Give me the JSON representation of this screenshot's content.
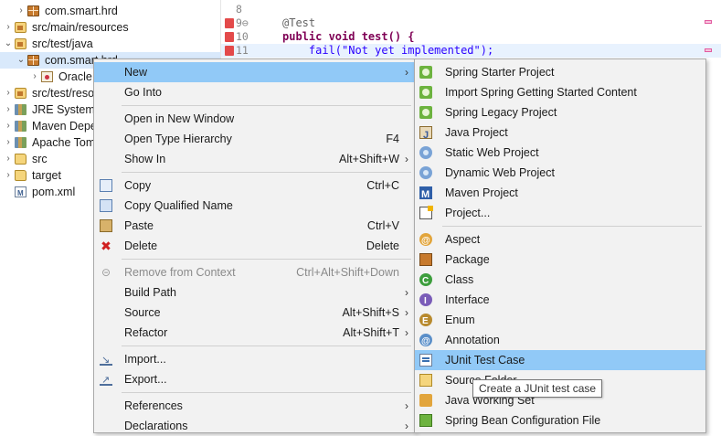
{
  "tree": [
    {
      "label": "com.smart.hrd",
      "icon": "package-icon",
      "arrow": "›",
      "selected": false
    },
    {
      "label": "src/main/resources",
      "icon": "source-folder-icon",
      "arrow": "›",
      "selected": false
    },
    {
      "label": "src/test/java",
      "icon": "source-folder-icon",
      "arrow": "⌄",
      "selected": false
    },
    {
      "label": "com.smart.hrd",
      "icon": "package-icon",
      "arrow": "⌄",
      "selected": true
    },
    {
      "label": "Oracle",
      "icon": "java-file-icon",
      "arrow": "›",
      "selected": false
    },
    {
      "label": "src/test/reso",
      "icon": "source-folder-icon",
      "arrow": "›",
      "selected": false
    },
    {
      "label": "JRE System L",
      "icon": "library-icon",
      "arrow": "›",
      "selected": false
    },
    {
      "label": "Maven Depe",
      "icon": "library-icon",
      "arrow": "›",
      "selected": false
    },
    {
      "label": "Apache Tom",
      "icon": "library-icon",
      "arrow": "›",
      "selected": false
    },
    {
      "label": "src",
      "icon": "folder-icon",
      "arrow": "›",
      "selected": false
    },
    {
      "label": "target",
      "icon": "folder-icon",
      "arrow": "›",
      "selected": false
    },
    {
      "label": "pom.xml",
      "icon": "xml-file-icon",
      "arrow": "",
      "selected": false
    }
  ],
  "editor": {
    "lines": [
      {
        "num": "8",
        "code": ""
      },
      {
        "num": "9⊖",
        "code": "@Test",
        "type": "annotation"
      },
      {
        "num": "10",
        "code": "public void test() {",
        "type": "keyword"
      },
      {
        "num": "11",
        "code": "    fail(\"Not yet implemented\");",
        "type": "string"
      }
    ]
  },
  "context_menu": {
    "items": [
      {
        "label": "New",
        "shortcut": "",
        "submenu": true,
        "icon": "",
        "highlighted": true,
        "disabled": false
      },
      {
        "label": "Go Into",
        "shortcut": "",
        "submenu": false,
        "icon": "",
        "highlighted": false,
        "disabled": false
      },
      {
        "sep": true
      },
      {
        "label": "Open in New Window",
        "shortcut": "",
        "submenu": false,
        "icon": "",
        "highlighted": false,
        "disabled": false
      },
      {
        "label": "Open Type Hierarchy",
        "shortcut": "F4",
        "submenu": false,
        "icon": "",
        "highlighted": false,
        "disabled": false
      },
      {
        "label": "Show In",
        "shortcut": "Alt+Shift+W",
        "submenu": true,
        "icon": "",
        "highlighted": false,
        "disabled": false
      },
      {
        "sep": true
      },
      {
        "label": "Copy",
        "shortcut": "Ctrl+C",
        "submenu": false,
        "icon": "copy-icon",
        "highlighted": false,
        "disabled": false
      },
      {
        "label": "Copy Qualified Name",
        "shortcut": "",
        "submenu": false,
        "icon": "copy-qualified-icon",
        "highlighted": false,
        "disabled": false
      },
      {
        "label": "Paste",
        "shortcut": "Ctrl+V",
        "submenu": false,
        "icon": "paste-icon",
        "highlighted": false,
        "disabled": false
      },
      {
        "label": "Delete",
        "shortcut": "Delete",
        "submenu": false,
        "icon": "delete-icon",
        "highlighted": false,
        "disabled": false
      },
      {
        "sep": true
      },
      {
        "label": "Remove from Context",
        "shortcut": "Ctrl+Alt+Shift+Down",
        "submenu": false,
        "icon": "remove-context-icon",
        "highlighted": false,
        "disabled": true
      },
      {
        "label": "Build Path",
        "shortcut": "",
        "submenu": true,
        "icon": "",
        "highlighted": false,
        "disabled": false
      },
      {
        "label": "Source",
        "shortcut": "Alt+Shift+S",
        "submenu": true,
        "icon": "",
        "highlighted": false,
        "disabled": false
      },
      {
        "label": "Refactor",
        "shortcut": "Alt+Shift+T",
        "submenu": true,
        "icon": "",
        "highlighted": false,
        "disabled": false
      },
      {
        "sep": true
      },
      {
        "label": "Import...",
        "shortcut": "",
        "submenu": false,
        "icon": "import-icon",
        "highlighted": false,
        "disabled": false
      },
      {
        "label": "Export...",
        "shortcut": "",
        "submenu": false,
        "icon": "export-icon",
        "highlighted": false,
        "disabled": false
      },
      {
        "sep": true
      },
      {
        "label": "References",
        "shortcut": "",
        "submenu": true,
        "icon": "",
        "highlighted": false,
        "disabled": false
      },
      {
        "label": "Declarations",
        "shortcut": "",
        "submenu": true,
        "icon": "",
        "highlighted": false,
        "disabled": false
      }
    ]
  },
  "new_submenu": {
    "items": [
      {
        "label": "Spring Starter Project",
        "icon": "spring-icon",
        "highlighted": false
      },
      {
        "label": "Import Spring Getting Started Content",
        "icon": "spring-icon",
        "highlighted": false
      },
      {
        "label": "Spring Legacy Project",
        "icon": "spring-icon",
        "highlighted": false
      },
      {
        "label": "Java Project",
        "icon": "java-project-icon",
        "highlighted": false
      },
      {
        "label": "Static Web Project",
        "icon": "web-project-icon",
        "highlighted": false
      },
      {
        "label": "Dynamic Web Project",
        "icon": "web-project-icon",
        "highlighted": false
      },
      {
        "label": "Maven Project",
        "icon": "maven-icon",
        "highlighted": false
      },
      {
        "label": "Project...",
        "icon": "project-icon",
        "highlighted": false
      },
      {
        "sep": true
      },
      {
        "label": "Aspect",
        "icon": "aspect-icon",
        "highlighted": false
      },
      {
        "label": "Package",
        "icon": "package-icon",
        "highlighted": false
      },
      {
        "label": "Class",
        "icon": "class-icon",
        "highlighted": false
      },
      {
        "label": "Interface",
        "icon": "interface-icon",
        "highlighted": false
      },
      {
        "label": "Enum",
        "icon": "enum-icon",
        "highlighted": false
      },
      {
        "label": "Annotation",
        "icon": "annotation-icon",
        "highlighted": false
      },
      {
        "label": "JUnit Test Case",
        "icon": "junit-icon",
        "highlighted": true
      },
      {
        "label": "Source Folder",
        "icon": "source-folder-icon",
        "highlighted": false
      },
      {
        "label": "Java Working Set",
        "icon": "working-set-icon",
        "highlighted": false
      },
      {
        "label": "Spring Bean Configuration File",
        "icon": "bean-icon",
        "highlighted": false
      }
    ]
  },
  "tooltip": {
    "text": "Create a JUnit test case"
  },
  "colors": {
    "highlight": "#91c9f7",
    "menu_bg": "#f2f2f2",
    "selection": "#d9e9fb"
  }
}
